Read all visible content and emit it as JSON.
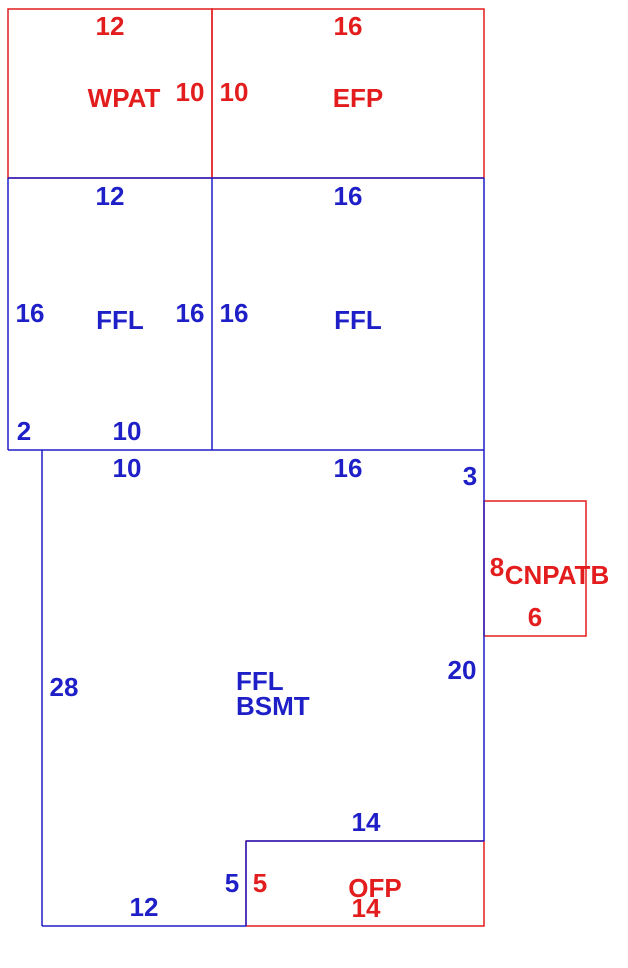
{
  "colors": {
    "red": "#e31d1d",
    "blue": "#1f1fc8"
  },
  "sections": {
    "wpat": {
      "name": "WPAT",
      "top": "12",
      "right": "10"
    },
    "efp": {
      "name": "EFP",
      "top": "16",
      "left": "10"
    },
    "ffl_left": {
      "name": "FFL",
      "top": "12",
      "left": "16",
      "right": "16",
      "bottom": "10",
      "step": "2"
    },
    "ffl_right": {
      "name": "FFL",
      "top": "16",
      "left": "16"
    },
    "ffl_bsmt": {
      "name_line1": "FFL",
      "name_line2": "BSMT",
      "top_left": "10",
      "top_right": "16",
      "corner": "3",
      "left": "28",
      "right": "20",
      "bottom": "12",
      "notch": "5"
    },
    "cnpatb": {
      "name": "CNPATB",
      "left": "8",
      "bottom": "6"
    },
    "ofp": {
      "name": "OFP",
      "top": "14",
      "bottom": "14",
      "left": "5"
    }
  }
}
